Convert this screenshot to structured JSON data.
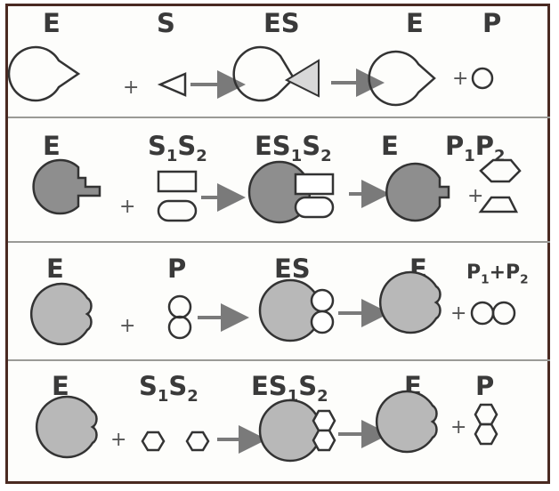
{
  "rows": [
    {
      "labels": [
        "E",
        "S",
        "ES",
        "E",
        "P"
      ],
      "plus_left": "+",
      "plus_right": "+"
    },
    {
      "labels": [
        "E",
        "S1S2",
        "ES1S2",
        "E",
        "P1P2"
      ],
      "plus_left": "+",
      "plus_right": "+"
    },
    {
      "labels": [
        "E",
        "P",
        "ES",
        "E",
        "P1+P2"
      ],
      "plus_left": "+",
      "plus_right": "+"
    },
    {
      "labels": [
        "E",
        "S1S2",
        "ES1S2",
        "E",
        "P"
      ],
      "plus_left": "+",
      "plus_right": "+"
    }
  ],
  "colors": {
    "enzyme_fill_dark": "#8e8e8e",
    "enzyme_fill_light": "#b8b8b8",
    "stroke": "#333333",
    "arrow": "#7a7a7a"
  }
}
